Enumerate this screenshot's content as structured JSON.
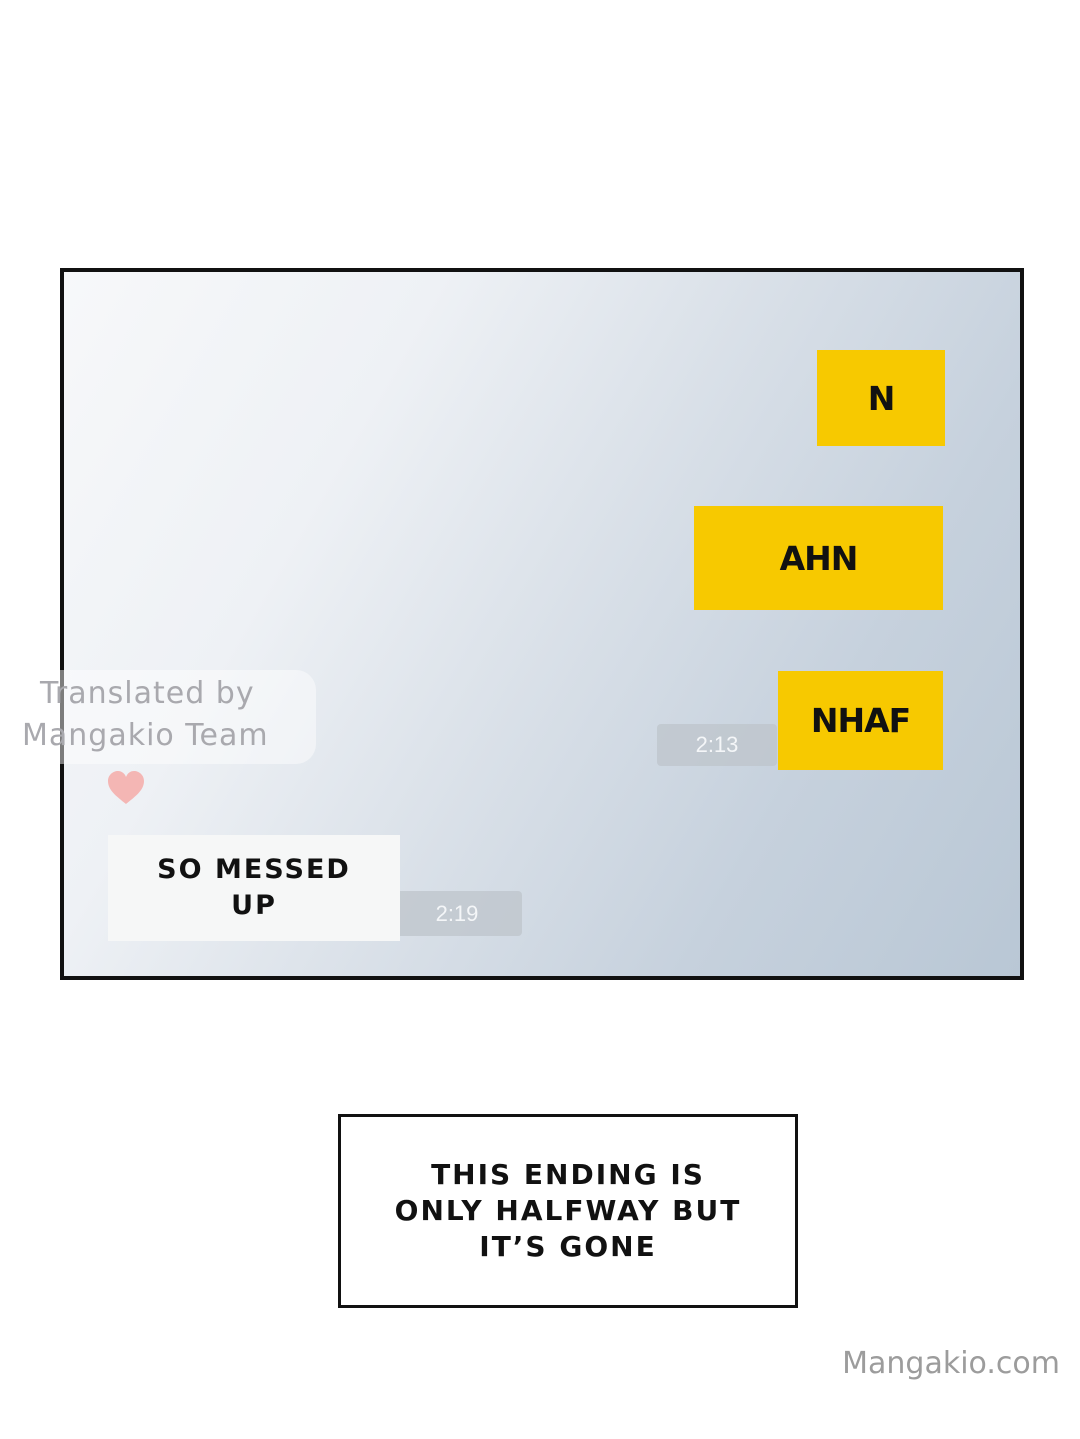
{
  "chat": {
    "messages_sent": [
      {
        "text": "N"
      },
      {
        "text": "AHN"
      },
      {
        "text": "NHAF",
        "time": "2:13"
      }
    ],
    "messages_received": [
      {
        "text": "SO MESSED\nUP",
        "time": "2:19"
      }
    ]
  },
  "watermark": {
    "line1": "Translated by",
    "line2": "Mangakio Team",
    "heart_color": "#f4b6b4"
  },
  "caption": {
    "text": "THIS ENDING IS\nONLY HALFWAY BUT\nIT’S GONE"
  },
  "site": {
    "label": "Mangakio.com"
  },
  "colors": {
    "sent_bubble": "#f7c900",
    "received_bubble": "#f6f7f7",
    "panel_border": "#111111"
  }
}
